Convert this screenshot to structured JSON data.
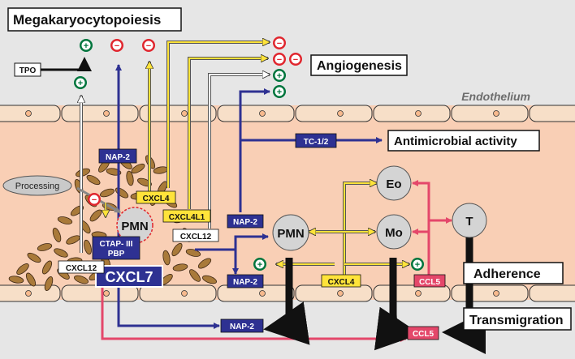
{
  "titles": {
    "megakaryocytopoiesis": "Megakaryocytopoiesis",
    "angiogenesis": "Angiogenesis",
    "endothelium": "Endothelium",
    "antimicrobial": "Antimicrobial activity",
    "adherence": "Adherence",
    "transmigration": "Transmigration"
  },
  "labels": {
    "tpo": "TPO",
    "processing": "Processing",
    "nap2": "NAP-2",
    "tc12": "TC-1/2",
    "cxcl4": "CXCL4",
    "cxcl4l1": "CXCL4L1",
    "cxcl12": "CXCL12",
    "ctap3": "CTAP- III",
    "pbp": "PBP",
    "cxcl7": "CXCL7",
    "ccl5": "CCL5"
  },
  "cells": {
    "pmn": "PMN",
    "eo": "Eo",
    "mo": "Mo",
    "t": "T"
  },
  "symbols": {
    "plus": "+",
    "minus": "−"
  },
  "colors": {
    "background": "#e6e6e6",
    "tissue": "#f9cfb5",
    "endothelium_cell": "#f7dfc8",
    "platelet": "#a97a3a",
    "nap2": "#2e3192",
    "cxcl4": "#ffe33a",
    "ccl5": "#e4476a",
    "positive": "#00753d",
    "negative": "#e0262e",
    "cell_gray": "#d4d4d4"
  }
}
